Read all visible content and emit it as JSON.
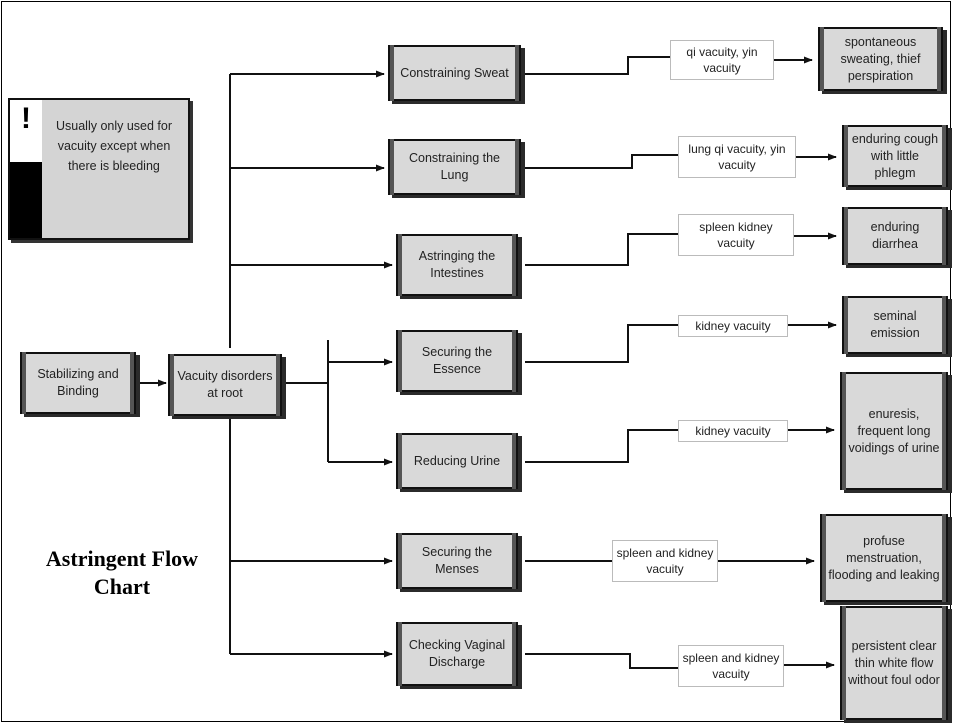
{
  "title": "Astringent Flow Chart",
  "note": {
    "icon": "exclamation-icon",
    "symbol": "!",
    "text": "Usually only used for vacuity except when there is bleeding"
  },
  "root": "Stabilizing and Binding",
  "hub": "Vacuity disorders at root",
  "branches": [
    {
      "method": "Constraining Sweat",
      "cause": "qi vacuity, yin vacuity",
      "result": "spontaneous sweating, thief perspiration"
    },
    {
      "method": "Constraining the Lung",
      "cause": "lung qi vacuity, yin vacuity",
      "result": "enduring cough with little phlegm"
    },
    {
      "method": "Astringing the Intestines",
      "cause": "spleen kidney vacuity",
      "result": "enduring diarrhea"
    },
    {
      "method": "Securing the Essence",
      "cause": "kidney vacuity",
      "result": "seminal emission"
    },
    {
      "method": "Reducing Urine",
      "cause": "kidney vacuity",
      "result": "enuresis, frequent long voidings of urine"
    },
    {
      "method": "Securing the Menses",
      "cause": "spleen and kidney vacuity",
      "result": "profuse menstruation, flooding and leaking"
    },
    {
      "method": "Checking Vaginal Discharge",
      "cause": "spleen and kidney vacuity",
      "result": "persistent clear thin white flow without foul odor"
    }
  ]
}
